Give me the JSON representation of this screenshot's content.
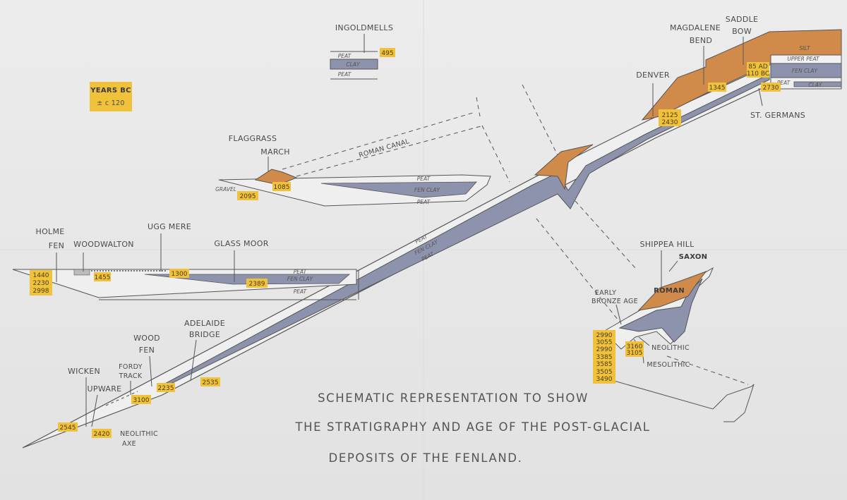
{
  "legend": {
    "title": "YEARS BC",
    "subtitle": "± c 120"
  },
  "title_lines": [
    "SCHEMATIC REPRESENTATION TO SHOW",
    "THE STRATIGRAPHY AND AGE OF THE POST-GLACIAL",
    "DEPOSITS OF THE FENLAND."
  ],
  "sites": {
    "ingoldmells": "INGOLDMELLS",
    "magdalene": "MAGDALENE",
    "bend": "BEND",
    "saddle": "SADDLE",
    "bow": "BOW",
    "denver": "DENVER",
    "st_germans": "ST. GERMANS",
    "flaggrass": "FLAGGRASS",
    "march": "MARCH",
    "roman_canal": "ROMAN CANAL",
    "holme": "HOLME",
    "fen": "FEN",
    "woodwalton": "WOODWALTON",
    "ugg_mere": "UGG MERE",
    "glass_moor": "GLASS MOOR",
    "shippea_hill": "SHIPPEA HILL",
    "saxon": "SAXON",
    "roman": "ROMAN",
    "early": "EARLY",
    "bronze_age": "BRONZE AGE",
    "neolithic": "NEOLITHIC",
    "mesolithic": "MESOLITHIC",
    "adelaide": "ADELAIDE",
    "bridge": "BRIDGE",
    "wood": "WOOD",
    "wood_fen": "FEN",
    "fordy": "FORDY",
    "track": "TRACK",
    "wicken": "WICKEN",
    "upware": "UPWARE",
    "neolithic_axe_1": "NEOLITHIC",
    "neolithic_axe_2": "AXE",
    "gravel": "GRAVEL"
  },
  "layers": {
    "peat": "PEAT",
    "clay": "CLAY",
    "fen_clay": "FEN CLAY",
    "upper_peat": "UPPER PEAT",
    "silt_top": "SILT",
    "upper_clay": "CLAY"
  },
  "dates": {
    "ingoldmells": "495",
    "magdalene": "1345",
    "saddle_bow_1": "85 AD",
    "saddle_bow_2": "110 BC",
    "st_germans": "2730",
    "denver_1": "2125",
    "denver_2": "2430",
    "flaggrass_1": "1085",
    "flaggrass_2": "2095",
    "holme_1": "1440",
    "holme_2": "2230",
    "holme_3": "2998",
    "woodwalton": "1455",
    "ugg_mere": "1300",
    "glass_moor": "2389",
    "shippea_col": [
      "2990",
      "3055",
      "2990",
      "3385",
      "3585",
      "3505",
      "3490"
    ],
    "shippea_2a": "3160",
    "shippea_2b": "3105",
    "adelaide": "2535",
    "wood_fen": "2235",
    "fordy": "3100",
    "wicken": "2545",
    "upware": "2420"
  },
  "colors": {
    "clay": "#8e93ad",
    "roman_silt": "#d08a4a",
    "date_box": "#f0c23c",
    "line": "#555555"
  }
}
